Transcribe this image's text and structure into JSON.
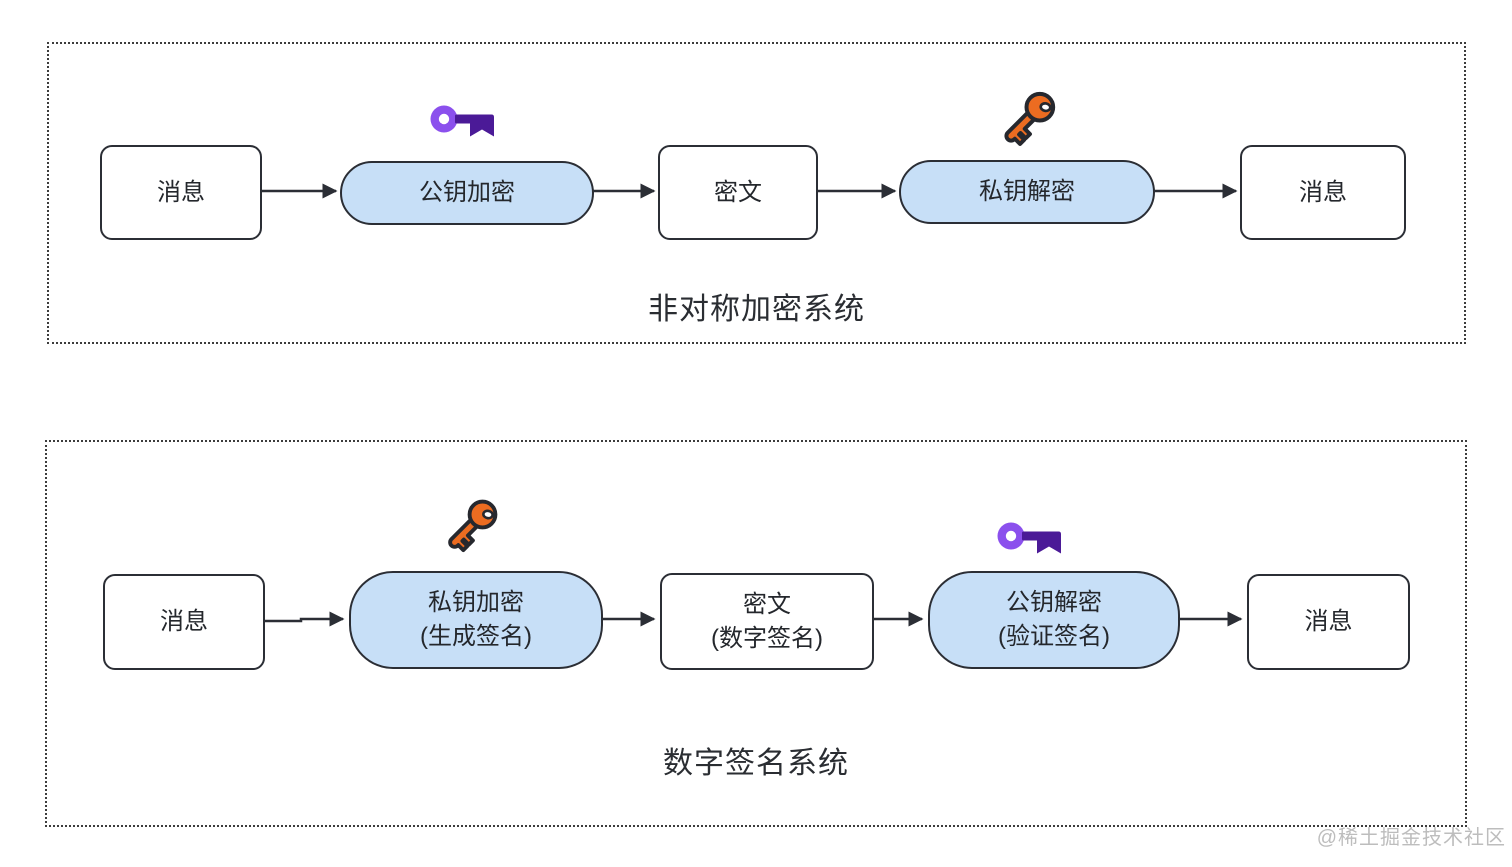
{
  "sections": [
    {
      "title": "非对称加密系统",
      "nodes": [
        {
          "label": "消息"
        },
        {
          "label": "公钥加密"
        },
        {
          "label": "密文"
        },
        {
          "label": "私钥解密"
        },
        {
          "label": "消息"
        }
      ],
      "icons": [
        {
          "name": "purple-key-icon",
          "above": "公钥加密"
        },
        {
          "name": "orange-key-icon",
          "above": "私钥解密"
        }
      ]
    },
    {
      "title": "数字签名系统",
      "nodes": [
        {
          "label": "消息"
        },
        {
          "label": "私钥加密",
          "sublabel": "(生成签名)"
        },
        {
          "label": "密文",
          "sublabel": "(数字签名)"
        },
        {
          "label": "公钥解密",
          "sublabel": "(验证签名)"
        },
        {
          "label": "消息"
        }
      ],
      "icons": [
        {
          "name": "orange-key-icon",
          "above": "私钥加密"
        },
        {
          "name": "purple-key-icon",
          "above": "公钥解密"
        }
      ]
    },
    {
      "title": null
    }
  ],
  "watermark": {
    "text": "@稀土掘金技术社区"
  },
  "colors": {
    "background": "#ffffff",
    "shape_border": "#2b2e35",
    "pill_fill": "#c7dff7",
    "purple_key_ring": "#8b50ed",
    "purple_key_shaft": "#4b1a97",
    "orange_key_fill": "#ec6c21",
    "watermark": "#bdbdbd"
  }
}
